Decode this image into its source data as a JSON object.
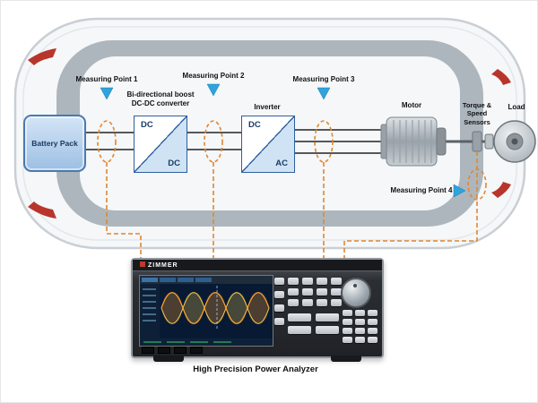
{
  "components": {
    "battery": {
      "label": "Battery Pack"
    },
    "dcdc": {
      "label_line1": "Bi-directional boost",
      "label_line2": "DC-DC converter",
      "top": "DC",
      "bottom": "DC"
    },
    "inverter": {
      "label": "Inverter",
      "top": "DC",
      "bottom": "AC"
    },
    "motor": {
      "label": "Motor"
    },
    "sensors": {
      "label_line1": "Torque &",
      "label_line2": "Speed Sensors"
    },
    "load": {
      "label": "Load"
    }
  },
  "measuring_points": {
    "p1": {
      "label": "Measuring Point 1"
    },
    "p2": {
      "label": "Measuring Point 2"
    },
    "p3": {
      "label": "Measuring Point 3"
    },
    "p4": {
      "label": "Measuring Point 4"
    }
  },
  "analyzer": {
    "brand": "ZIMMER",
    "caption": "High Precision Power Analyzer"
  },
  "colors": {
    "measure_orange": "#E2862F",
    "marker_blue": "#2FA3DC",
    "box_blue": "#2F5F9E",
    "battery_fill": "#AECBEA"
  }
}
